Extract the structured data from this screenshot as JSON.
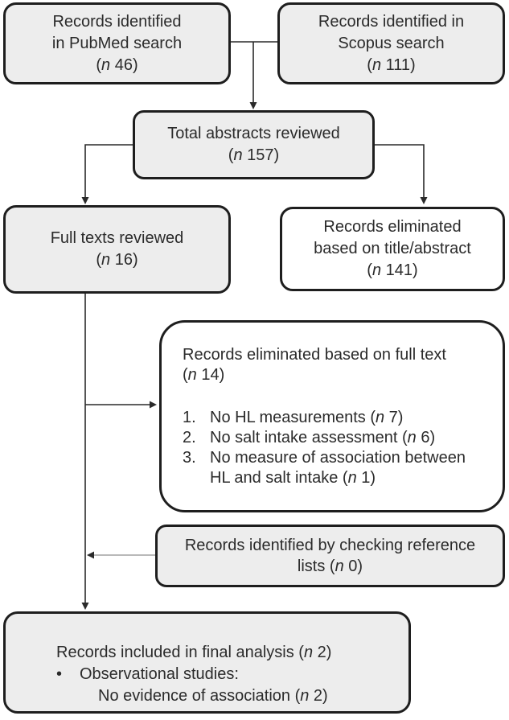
{
  "colors": {
    "box_fill": "#ededed",
    "box_fill_alt": "#ffffff",
    "border": "#1e1e1e",
    "text": "#2b2b2b",
    "connector_line": "#2a2a2a",
    "reference_line": "#8f8f8f"
  },
  "boxes": {
    "pubmed": {
      "lines": [
        "Records identified",
        "in PubMed search",
        "(*n* 46)"
      ]
    },
    "scopus": {
      "lines": [
        "Records identified in",
        "Scopus search",
        "(*n* 111)"
      ]
    },
    "total": {
      "lines": [
        "Total abstracts reviewed",
        "(*n* 157)"
      ]
    },
    "full_texts": {
      "lines": [
        "Full texts reviewed",
        "(*n* 16)"
      ]
    },
    "title_abstract": {
      "lines": [
        "Records eliminated",
        "based on title/abstract",
        "(*n* 141)"
      ]
    },
    "full_text_eliminated": {
      "title_lines": [
        "Records eliminated based on full text",
        "(*n* 14)"
      ],
      "items": [
        {
          "num": "1.",
          "text": "No HL measurements (*n* 7)"
        },
        {
          "num": "2.",
          "text": "No salt intake assessment (*n* 6)"
        },
        {
          "num": "3.",
          "text": "No measure of association between HL and salt intake (*n* 1)"
        }
      ]
    },
    "reference": {
      "lines": [
        "Records identified by checking reference",
        "lists (*n* 0)"
      ]
    },
    "final": {
      "line1": "Records included in final analysis (*n* 2)",
      "bullet": "•",
      "line2": "Observational studies:",
      "line3": "No evidence of association (*n* 2)"
    }
  }
}
